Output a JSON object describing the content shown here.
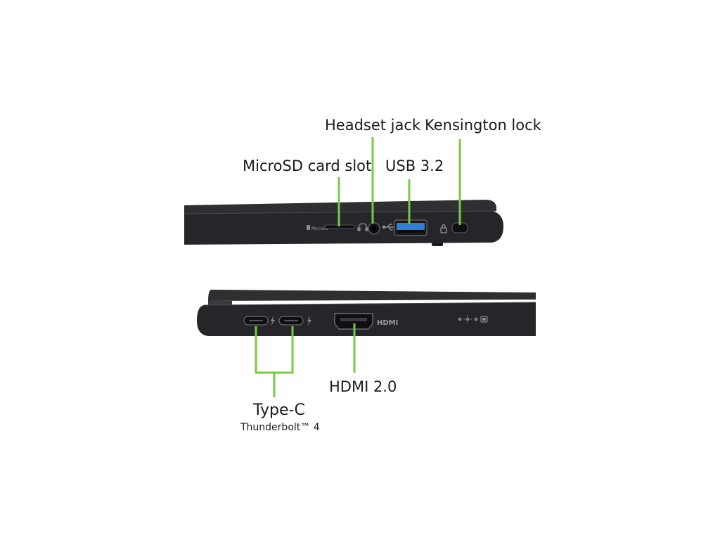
{
  "colors": {
    "leader": "#7ac943",
    "chassis": "#2a2a2c",
    "usb_blue": "#2f7fd6"
  },
  "right_side": {
    "labels": {
      "microsd": "MicroSD card slot",
      "headset": "Headset jack",
      "usb": "USB 3.2",
      "kensington": "Kensington lock"
    },
    "printed_microsd": "MicroSD"
  },
  "left_side": {
    "labels": {
      "hdmi": "HDMI 2.0",
      "typec": "Type-C",
      "typec_sub": "Thunderbolt™ 4"
    },
    "printed_hdmi": "HDMI"
  },
  "icons": [
    "sd-card-icon",
    "headset-icon",
    "usb-icon",
    "lock-icon",
    "thunderbolt-icon",
    "led-indicator-icon",
    "battery-icon"
  ]
}
